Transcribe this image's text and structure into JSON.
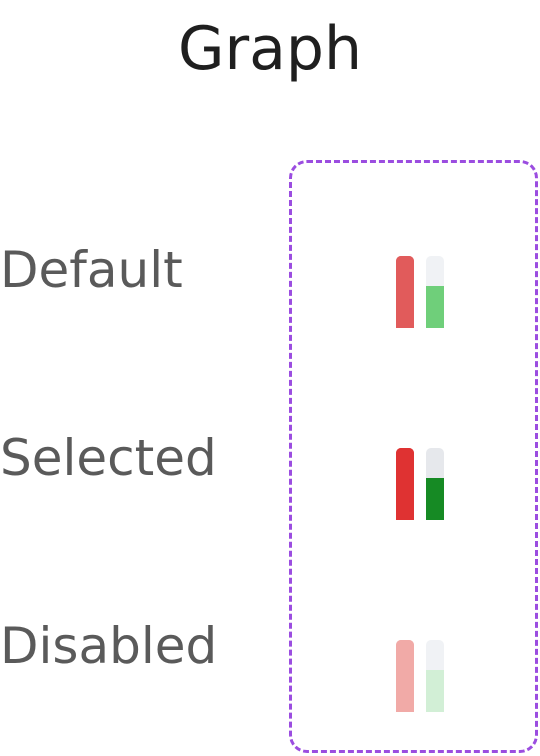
{
  "title": "Graph",
  "states": [
    {
      "label": "Default",
      "left_bar": {
        "color": "#e15b5b",
        "track": "#e15b5b",
        "level": 1.0
      },
      "right_bar": {
        "color": "#6fcf7a",
        "track": "#f0f2f5",
        "level": 0.58
      }
    },
    {
      "label": "Selected",
      "left_bar": {
        "color": "#df3232",
        "track": "#df3232",
        "level": 1.0
      },
      "right_bar": {
        "color": "#168a24",
        "track": "#e6e8ec",
        "level": 0.58
      }
    },
    {
      "label": "Disabled",
      "left_bar": {
        "color": "#f1aaa7",
        "track": "#f1aaa7",
        "level": 1.0
      },
      "right_bar": {
        "color": "#d2efd6",
        "track": "#f0f2f5",
        "level": 0.58
      }
    }
  ],
  "frame_color": "#9b4de0"
}
